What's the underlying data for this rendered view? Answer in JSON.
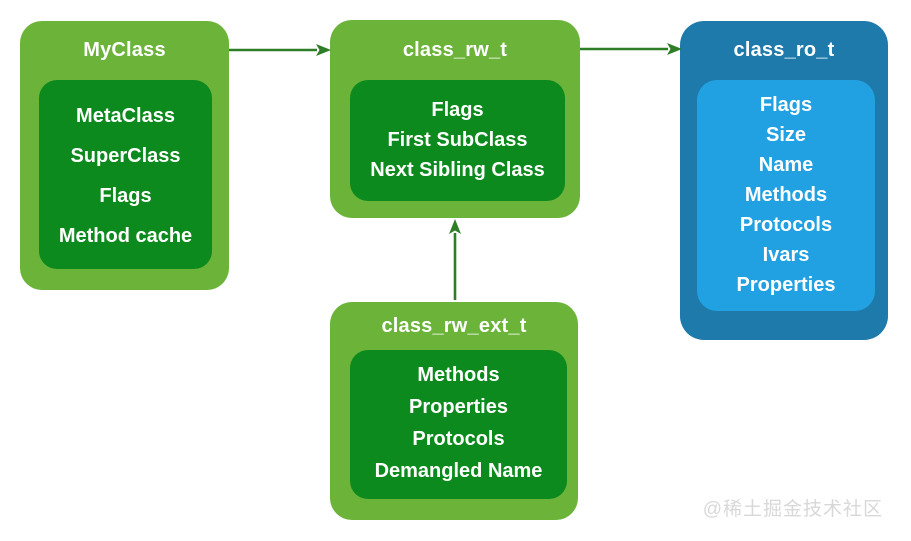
{
  "colors": {
    "outer_green": "#6bb339",
    "inner_green": "#0d8a1d",
    "outer_blue": "#1d7aab",
    "inner_blue": "#21a1e1",
    "arrow_green": "#2e7d27",
    "text": "#ffffff",
    "watermark_gray": "#d8d8d8",
    "background": "#ffffff"
  },
  "diagram": {
    "boxes": [
      {
        "id": "myclass",
        "title": "MyClass",
        "items": [
          "MetaClass",
          "SuperClass",
          "Flags",
          "Method cache"
        ]
      },
      {
        "id": "class_rw_t",
        "title": "class_rw_t",
        "items": [
          "Flags",
          "First SubClass",
          "Next Sibling Class"
        ]
      },
      {
        "id": "class_ro_t",
        "title": "class_ro_t",
        "items": [
          "Flags",
          "Size",
          "Name",
          "Methods",
          "Protocols",
          "Ivars",
          "Properties"
        ]
      },
      {
        "id": "class_rw_ext_t",
        "title": "class_rw_ext_t",
        "items": [
          "Methods",
          "Properties",
          "Protocols",
          "Demangled Name"
        ]
      }
    ],
    "arrows": [
      {
        "from": "MyClass",
        "to": "class_rw_t",
        "direction": "right"
      },
      {
        "from": "class_rw_t",
        "to": "class_ro_t",
        "direction": "right"
      },
      {
        "from": "class_rw_ext_t",
        "to": "class_rw_t",
        "direction": "up"
      }
    ]
  },
  "watermark": "@稀土掘金技术社区"
}
